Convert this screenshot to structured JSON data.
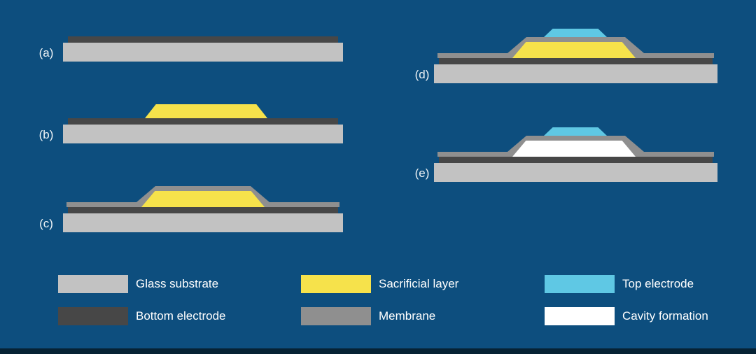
{
  "colors": {
    "background": "#0d4e7e",
    "footer": "#062234",
    "glass": "#c2c2c2",
    "bottom_electrode": "#474747",
    "sacrificial": "#f6e24b",
    "membrane": "#8f8f8f",
    "top_electrode": "#5fc8e4",
    "cavity": "#ffffff",
    "label_text": "#eef3f6"
  },
  "steps": [
    {
      "label": "(a)"
    },
    {
      "label": "(b)"
    },
    {
      "label": "(c)"
    },
    {
      "label": "(d)"
    },
    {
      "label": "(e)"
    }
  ],
  "legend": [
    {
      "label": "Glass substrate",
      "color": "glass"
    },
    {
      "label": "Bottom electrode",
      "color": "bottom_electrode"
    },
    {
      "label": "Sacrificial layer",
      "color": "sacrificial"
    },
    {
      "label": "Membrane",
      "color": "membrane"
    },
    {
      "label": "Top electrode",
      "color": "top_electrode"
    },
    {
      "label": "Cavity formation",
      "color": "cavity"
    }
  ]
}
